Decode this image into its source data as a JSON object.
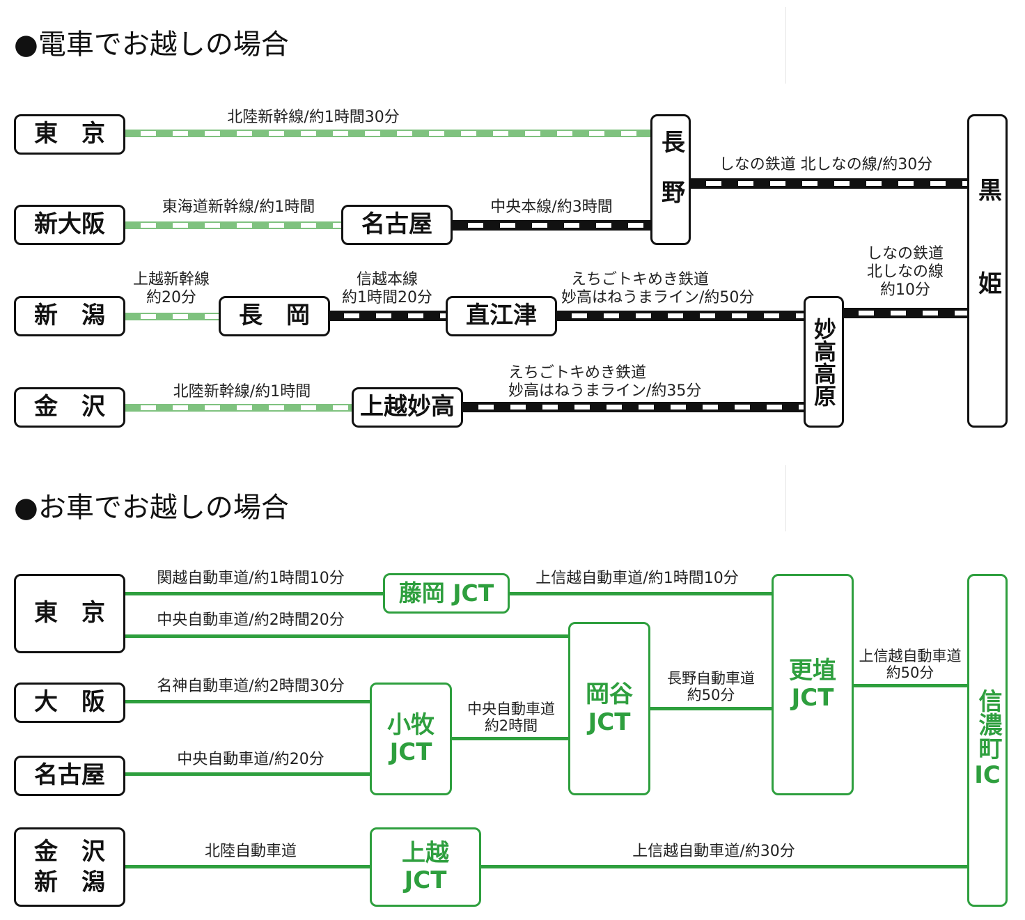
{
  "colors": {
    "rail_black": "#111111",
    "rail_green": "#7fc27f",
    "road_green": "#2e9f3e",
    "box_border": "#111111"
  },
  "train": {
    "title": "●電車でお越しの場合",
    "stations": {
      "tokyo": "東　京",
      "shin_osaka": "新大阪",
      "nagoya": "名古屋",
      "niigata": "新　潟",
      "nagaoka": "長　岡",
      "naoetsu": "直江津",
      "kanazawa": "金　沢",
      "joetsu_myoko": "上越妙高",
      "nagano": "長野",
      "myoko_kogen": "妙高高原",
      "kurohime": "黒姫"
    },
    "routes": {
      "tokyo_nagano": "北陸新幹線/約1時間30分",
      "nagano_kurohime": "しなの鉄道 北しなの線/約30分",
      "shinosaka_nagoya": "東海道新幹線/約1時間",
      "nagoya_nagano": "中央本線/約3時間",
      "niigata_nagaoka": [
        "上越新幹線",
        "約20分"
      ],
      "nagaoka_naoetsu": [
        "信越本線",
        "約1時間20分"
      ],
      "naoetsu_myoko": [
        "えちごトキめき鉄道",
        "妙高はねうまライン/約50分"
      ],
      "myoko_kurohime": [
        "しなの鉄道",
        "北しなの線",
        "約10分"
      ],
      "kanazawa_joetsu": "北陸新幹線/約1時間",
      "joetsu_myoko": [
        "えちごトキめき鉄道",
        "妙高はねうまライン/約35分"
      ]
    }
  },
  "car": {
    "title": "●お車でお越しの場合",
    "origins": {
      "tokyo": "東　京",
      "osaka": "大　阪",
      "nagoya": "名古屋",
      "kanazawa": "金　沢",
      "niigata": "新　潟"
    },
    "jcts": {
      "fujioka": "藤岡 JCT",
      "komaki": [
        "小牧",
        "JCT"
      ],
      "okaya": [
        "岡谷",
        "JCT"
      ],
      "koshoku": [
        "更埴",
        "JCT"
      ],
      "joetsu": [
        "上越",
        "JCT"
      ]
    },
    "ic": {
      "name": "信濃町",
      "suffix": "IC"
    },
    "routes": {
      "tokyo_fujioka": "関越自動車道/約1時間10分",
      "fujioka_koshoku": "上信越自動車道/約1時間10分",
      "tokyo_okaya": "中央自動車道/約2時間20分",
      "osaka_komaki": "名神自動車道/約2時間30分",
      "nagoya_komaki": "中央自動車道/約20分",
      "komaki_okaya": [
        "中央自動車道",
        "約2時間"
      ],
      "okaya_koshoku": [
        "長野自動車道",
        "約50分"
      ],
      "koshoku_ic": [
        "上信越自動車道",
        "約50分"
      ],
      "kanazawa_joetsu": "北陸自動車道",
      "joetsu_ic": "上信越自動車道/約30分"
    }
  }
}
